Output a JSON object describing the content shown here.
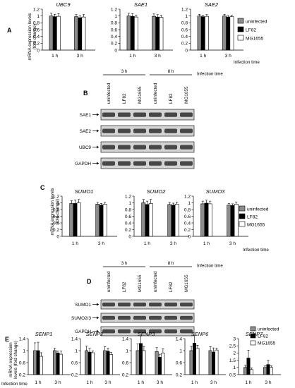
{
  "figure": {
    "colors": {
      "uninfected": "#8c8c8c",
      "LF82": "#000000",
      "MG1655": "#ffffff",
      "outline": "#000000",
      "blot_bg": "#d4d4d4",
      "blot_band": "#2e2e2e"
    },
    "legend_labels": [
      "uninfected",
      "LF82",
      "MG1655"
    ],
    "infection_time_label": "Infection time",
    "panels": {
      "A": {
        "letter": "A",
        "ylabel_lines": [
          "mRNA expression levels",
          "(fold change)"
        ],
        "legend": [
          "uninfected",
          "LF82",
          "MG1655"
        ]
      },
      "B": {
        "letter": "B",
        "time_headers": [
          "3 h",
          "8 h"
        ],
        "infection_time_label": "Infection time",
        "lane_labels": [
          "uninfected",
          "LF82",
          "MG1655",
          "uninfected",
          "LF82",
          "MG1655"
        ],
        "rows": [
          "SAE1",
          "SAE2",
          "UBC9",
          "GAPDH"
        ]
      },
      "C": {
        "letter": "C",
        "ylabel_lines": [
          "mRNA expression levels",
          "(fold change)"
        ],
        "legend": [
          "uninfected",
          "LF82",
          "MG1655"
        ],
        "infection_time_label": "Infection time"
      },
      "D": {
        "letter": "D",
        "time_headers": [
          "3 h",
          "8 h"
        ],
        "infection_time_label": "Infection time",
        "lane_labels": [
          "uninfected",
          "LF82",
          "MG1655",
          "uninfected",
          "LF82",
          "MG1655"
        ],
        "rows": [
          "SUMO1",
          "SUMO2/3",
          "GAPDH"
        ]
      },
      "E": {
        "letter": "E",
        "ylabel_lines": [
          "mRNA expression",
          "levels (fold change)"
        ],
        "legend": [
          "uninfected",
          "LF82",
          "MG1655"
        ],
        "infection_time_label": "Infection time"
      }
    }
  },
  "chart_data": [
    {
      "type": "bar",
      "panel": "A",
      "title": "UBC9",
      "categories": [
        "1 h",
        "3 h"
      ],
      "yticks": [
        "0",
        "0.2",
        "0.4",
        "0.6",
        "0.8",
        "1",
        "1.2"
      ],
      "ylim": [
        0,
        1.2
      ],
      "series": [
        {
          "name": "uninfected",
          "values": [
            1.0,
            0.98
          ],
          "errors": [
            0.08,
            0.06
          ]
        },
        {
          "name": "LF82",
          "values": [
            0.98,
            0.95
          ],
          "errors": [
            0.07,
            0.06
          ]
        },
        {
          "name": "MG1655",
          "values": [
            0.99,
            0.97
          ],
          "errors": [
            0.08,
            0.07
          ]
        }
      ]
    },
    {
      "type": "bar",
      "panel": "A",
      "title": "SAE1",
      "categories": [
        "1 h",
        "3 h"
      ],
      "yticks": [
        "0",
        "0.2",
        "0.4",
        "0.6",
        "0.8",
        "1",
        "1.2"
      ],
      "ylim": [
        0,
        1.2
      ],
      "series": [
        {
          "name": "uninfected",
          "values": [
            1.0,
            0.99
          ],
          "errors": [
            0.08,
            0.07
          ]
        },
        {
          "name": "LF82",
          "values": [
            0.99,
            0.97
          ],
          "errors": [
            0.08,
            0.07
          ]
        },
        {
          "name": "MG1655",
          "values": [
            0.97,
            0.96
          ],
          "errors": [
            0.06,
            0.06
          ]
        }
      ]
    },
    {
      "type": "bar",
      "panel": "A",
      "title": "SAE2",
      "categories": [
        "1 h",
        "3 h"
      ],
      "yticks": [
        "0",
        "0.2",
        "0.4",
        "0.6",
        "0.8",
        "1",
        "1.2"
      ],
      "ylim": [
        0,
        1.2
      ],
      "series": [
        {
          "name": "uninfected",
          "values": [
            1.0,
            1.0
          ],
          "errors": [
            0.05,
            0.05
          ]
        },
        {
          "name": "LF82",
          "values": [
            0.98,
            0.97
          ],
          "errors": [
            0.04,
            0.04
          ]
        },
        {
          "name": "MG1655",
          "values": [
            0.99,
            0.98
          ],
          "errors": [
            0.05,
            0.04
          ]
        }
      ]
    },
    {
      "type": "bar",
      "panel": "C",
      "title": "SUMO1",
      "categories": [
        "1 h",
        "3 h"
      ],
      "yticks": [
        "0",
        "0.2",
        "0.4",
        "0.6",
        "0.8",
        "1",
        "1.2"
      ],
      "ylim": [
        0,
        1.2
      ],
      "series": [
        {
          "name": "uninfected",
          "values": [
            0.98,
            0.96
          ],
          "errors": [
            0.08,
            0.05
          ]
        },
        {
          "name": "LF82",
          "values": [
            0.98,
            0.93
          ],
          "errors": [
            0.1,
            0.05
          ]
        },
        {
          "name": "MG1655",
          "values": [
            1.0,
            0.96
          ],
          "errors": [
            0.1,
            0.05
          ]
        }
      ]
    },
    {
      "type": "bar",
      "panel": "C",
      "title": "SUMO2",
      "categories": [
        "1 h",
        "3 h"
      ],
      "yticks": [
        "0",
        "0.2",
        "0.4",
        "0.6",
        "0.8",
        "1",
        "1.2"
      ],
      "ylim": [
        0,
        1.2
      ],
      "series": [
        {
          "name": "uninfected",
          "values": [
            1.0,
            0.95
          ],
          "errors": [
            0.1,
            0.06
          ]
        },
        {
          "name": "LF82",
          "values": [
            0.95,
            0.93
          ],
          "errors": [
            0.1,
            0.06
          ]
        },
        {
          "name": "MG1655",
          "values": [
            0.98,
            0.96
          ],
          "errors": [
            0.12,
            0.06
          ]
        }
      ]
    },
    {
      "type": "bar",
      "panel": "C",
      "title": "SUMO3",
      "categories": [
        "1 h",
        "3 h"
      ],
      "yticks": [
        "0",
        "0.2",
        "0.4",
        "0.6",
        "0.8",
        "1",
        "1.2"
      ],
      "ylim": [
        0,
        1.2
      ],
      "series": [
        {
          "name": "uninfected",
          "values": [
            0.97,
            0.93
          ],
          "errors": [
            0.08,
            0.05
          ]
        },
        {
          "name": "LF82",
          "values": [
            0.99,
            0.92
          ],
          "errors": [
            0.09,
            0.05
          ]
        },
        {
          "name": "MG1655",
          "values": [
            0.97,
            0.96
          ],
          "errors": [
            0.08,
            0.06
          ]
        }
      ]
    },
    {
      "type": "bar",
      "panel": "E",
      "title": "SENP1",
      "categories": [
        "1 h",
        "3 h"
      ],
      "yticks": [
        "0.2",
        "0.6",
        "1",
        "1.4"
      ],
      "ylim": [
        0.2,
        1.4
      ],
      "series": [
        {
          "name": "uninfected",
          "values": [
            1.0,
            1.0
          ],
          "errors": [
            0.26,
            0.08
          ]
        },
        {
          "name": "LF82",
          "values": [
            1.0,
            0.92
          ],
          "errors": [
            0.28,
            0.06
          ]
        },
        {
          "name": "MG1655",
          "values": [
            0.81,
            0.88
          ],
          "errors": [
            0.12,
            0.1
          ]
        }
      ]
    },
    {
      "type": "bar",
      "panel": "E",
      "title": "SENP2",
      "categories": [
        "1 h",
        "3 h"
      ],
      "yticks": [
        "0.2",
        "0.6",
        "1",
        "1.4"
      ],
      "ylim": [
        0.2,
        1.4
      ],
      "series": [
        {
          "name": "uninfected",
          "values": [
            1.0,
            1.0
          ],
          "errors": [
            0.15,
            0.13
          ]
        },
        {
          "name": "LF82",
          "values": [
            0.95,
            0.98
          ],
          "errors": [
            0.13,
            0.1
          ]
        },
        {
          "name": "MG1655",
          "values": [
            0.93,
            0.87
          ],
          "errors": [
            0.06,
            0.07
          ]
        }
      ]
    },
    {
      "type": "bar",
      "panel": "E",
      "title": "SENP3",
      "categories": [
        "1 h",
        "3 h"
      ],
      "yticks": [
        "0.2",
        "0.6",
        "1",
        "1.4"
      ],
      "ylim": [
        0.2,
        1.4
      ],
      "series": [
        {
          "name": "uninfected",
          "values": [
            1.0,
            0.97
          ],
          "errors": [
            0.22,
            0.13
          ]
        },
        {
          "name": "LF82",
          "values": [
            1.24,
            0.78
          ],
          "errors": [
            0.25,
            0.1
          ]
        },
        {
          "name": "MG1655",
          "values": [
            1.0,
            0.92
          ],
          "errors": [
            0.14,
            0.14
          ]
        }
      ]
    },
    {
      "type": "bar",
      "panel": "E",
      "title": "SENP6",
      "categories": [
        "1 h",
        "3 h"
      ],
      "yticks": [
        "0.2",
        "0.6",
        "1",
        "1.4"
      ],
      "ylim": [
        0.2,
        1.4
      ],
      "series": [
        {
          "name": "uninfected",
          "values": [
            1.0,
            1.0
          ],
          "errors": [
            0.14,
            0.13
          ]
        },
        {
          "name": "LF82",
          "values": [
            1.25,
            0.95
          ],
          "errors": [
            0.25,
            0.14
          ]
        },
        {
          "name": "MG1655",
          "values": [
            1.08,
            1.02
          ],
          "errors": [
            0.1,
            0.06
          ]
        }
      ]
    },
    {
      "type": "bar",
      "panel": "E",
      "title": "SENP7",
      "categories": [
        "1 h",
        "3 h"
      ],
      "yticks": [
        "0.5",
        "1",
        "1.5",
        "2",
        "2.5",
        "3"
      ],
      "ylim": [
        0.5,
        3.0
      ],
      "series": [
        {
          "name": "uninfected",
          "values": [
            1.0,
            1.0
          ],
          "errors": [
            0.15,
            0.1
          ]
        },
        {
          "name": "LF82",
          "values": [
            1.65,
            1.2
          ],
          "errors": [
            0.55,
            0.3
          ]
        },
        {
          "name": "MG1655",
          "values": [
            0.85,
            1.0
          ],
          "errors": [
            0.1,
            0.1
          ]
        }
      ]
    }
  ]
}
